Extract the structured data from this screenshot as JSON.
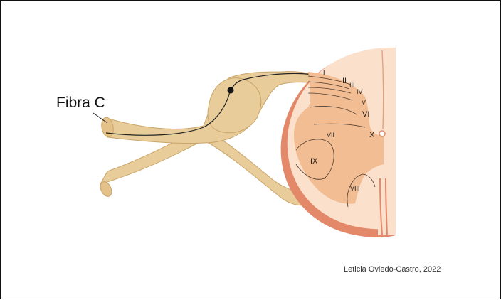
{
  "fiber_label": "Fibra C",
  "credit": "Leticia Oviedo-Castro, 2022",
  "laminae": {
    "I": "I",
    "II": "II",
    "III": "III",
    "IV": "IV",
    "V": "V",
    "VI": "VI",
    "VII": "VII",
    "VIII": "VIII",
    "IX": "IX",
    "X": "X"
  },
  "colors": {
    "nerve_fill": "#e8cc9a",
    "nerve_stroke": "#c9a56a",
    "gray_matter": "#f2bd92",
    "white_matter": "#fbe0cc",
    "outer_rim": "#e3896a",
    "fiber_line": "#222222"
  }
}
